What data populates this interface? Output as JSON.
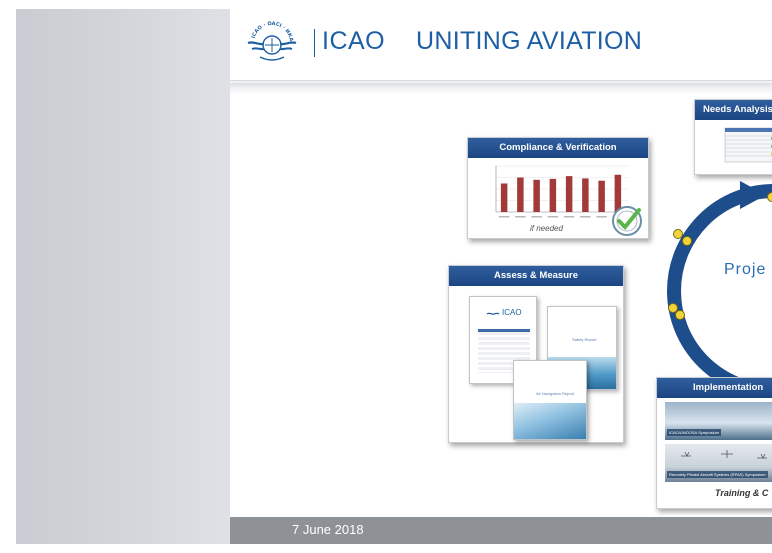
{
  "header": {
    "brand_name": "ICAO",
    "tagline": "UNITING AVIATION",
    "logo_text": "ICAO · OACI · ИКАО"
  },
  "panels": {
    "needs_analysis": {
      "title": "Needs Analysis"
    },
    "compliance": {
      "title": "Compliance & Verification",
      "note": "if needed"
    },
    "assess": {
      "title": "Assess & Measure",
      "doc1_brand": "ICAO",
      "doc2_label": "Safety Report",
      "doc3_label": "Air Navigation Report"
    },
    "implementation": {
      "title": "Implementation",
      "banner1": "ICAO/UNOOSA Symposium",
      "banner2": "Remotely Piloted Aircraft Systems (RPAS) Symposium",
      "caption": "Training & C"
    }
  },
  "cycle": {
    "label": "Proje"
  },
  "footer": {
    "date": "7 June 2018"
  },
  "colors": {
    "brand_blue": "#1d5fa5",
    "panel_blue": "#1c4582",
    "bar_red": "#a33a3a",
    "ring_blue": "#1e4d8c",
    "dot_yellow": "#f2d43a",
    "check_green": "#5bb54a"
  },
  "chart_data": {
    "type": "bar",
    "values": [
      62,
      75,
      70,
      72,
      78,
      73,
      68,
      81
    ]
  }
}
